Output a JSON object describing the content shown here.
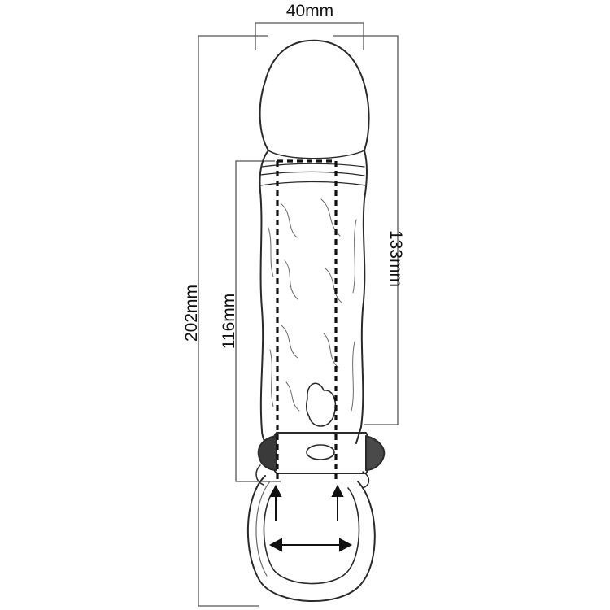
{
  "dimensions": {
    "width_top": "40mm",
    "total_length": "202mm",
    "inner_length": "116mm",
    "sleeve_length": "133mm"
  },
  "colors": {
    "outline": "#2a2a2a",
    "dimension_line": "#555555",
    "dashed_guide": "#111111",
    "background": "#ffffff"
  }
}
